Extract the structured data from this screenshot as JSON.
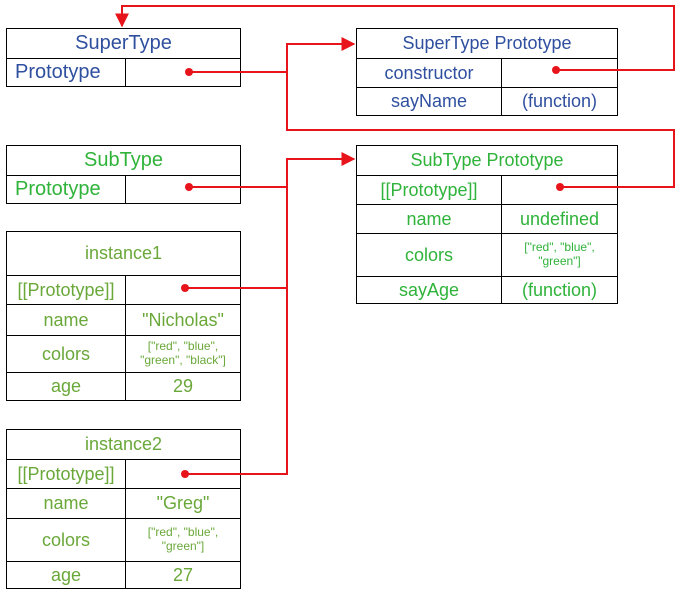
{
  "supertype": {
    "title": "SuperType",
    "prototype_label": "Prototype"
  },
  "supertype_prototype": {
    "title": "SuperType Prototype",
    "constructor_label": "constructor",
    "sayname_label": "sayName",
    "sayname_value": "(function)"
  },
  "subtype": {
    "title": "SubType",
    "prototype_label": "Prototype"
  },
  "subtype_prototype": {
    "title": "SubType Prototype",
    "proto_label": "[[Prototype]]",
    "name_label": "name",
    "name_value": "undefined",
    "colors_label": "colors",
    "colors_value_1": "[\"red\", \"blue\",",
    "colors_value_2": "\"green\"]",
    "sayage_label": "sayAge",
    "sayage_value": "(function)"
  },
  "instance1": {
    "title": "instance1",
    "proto_label": "[[Prototype]]",
    "name_label": "name",
    "name_value": "\"Nicholas\"",
    "colors_label": "colors",
    "colors_value_1": "[\"red\", \"blue\",",
    "colors_value_2": "\"green\", \"black\"]",
    "age_label": "age",
    "age_value": "29"
  },
  "instance2": {
    "title": "instance2",
    "proto_label": "[[Prototype]]",
    "name_label": "name",
    "name_value": "\"Greg\"",
    "colors_label": "colors",
    "colors_value_1": "[\"red\", \"blue\",",
    "colors_value_2": "\"green\"]",
    "age_label": "age",
    "age_value": "27"
  },
  "colors": {
    "arrow": "#e8141c",
    "blue_text": "#2f4f9f",
    "green_text": "#2fb33a",
    "olive_text": "#6aa83a"
  }
}
